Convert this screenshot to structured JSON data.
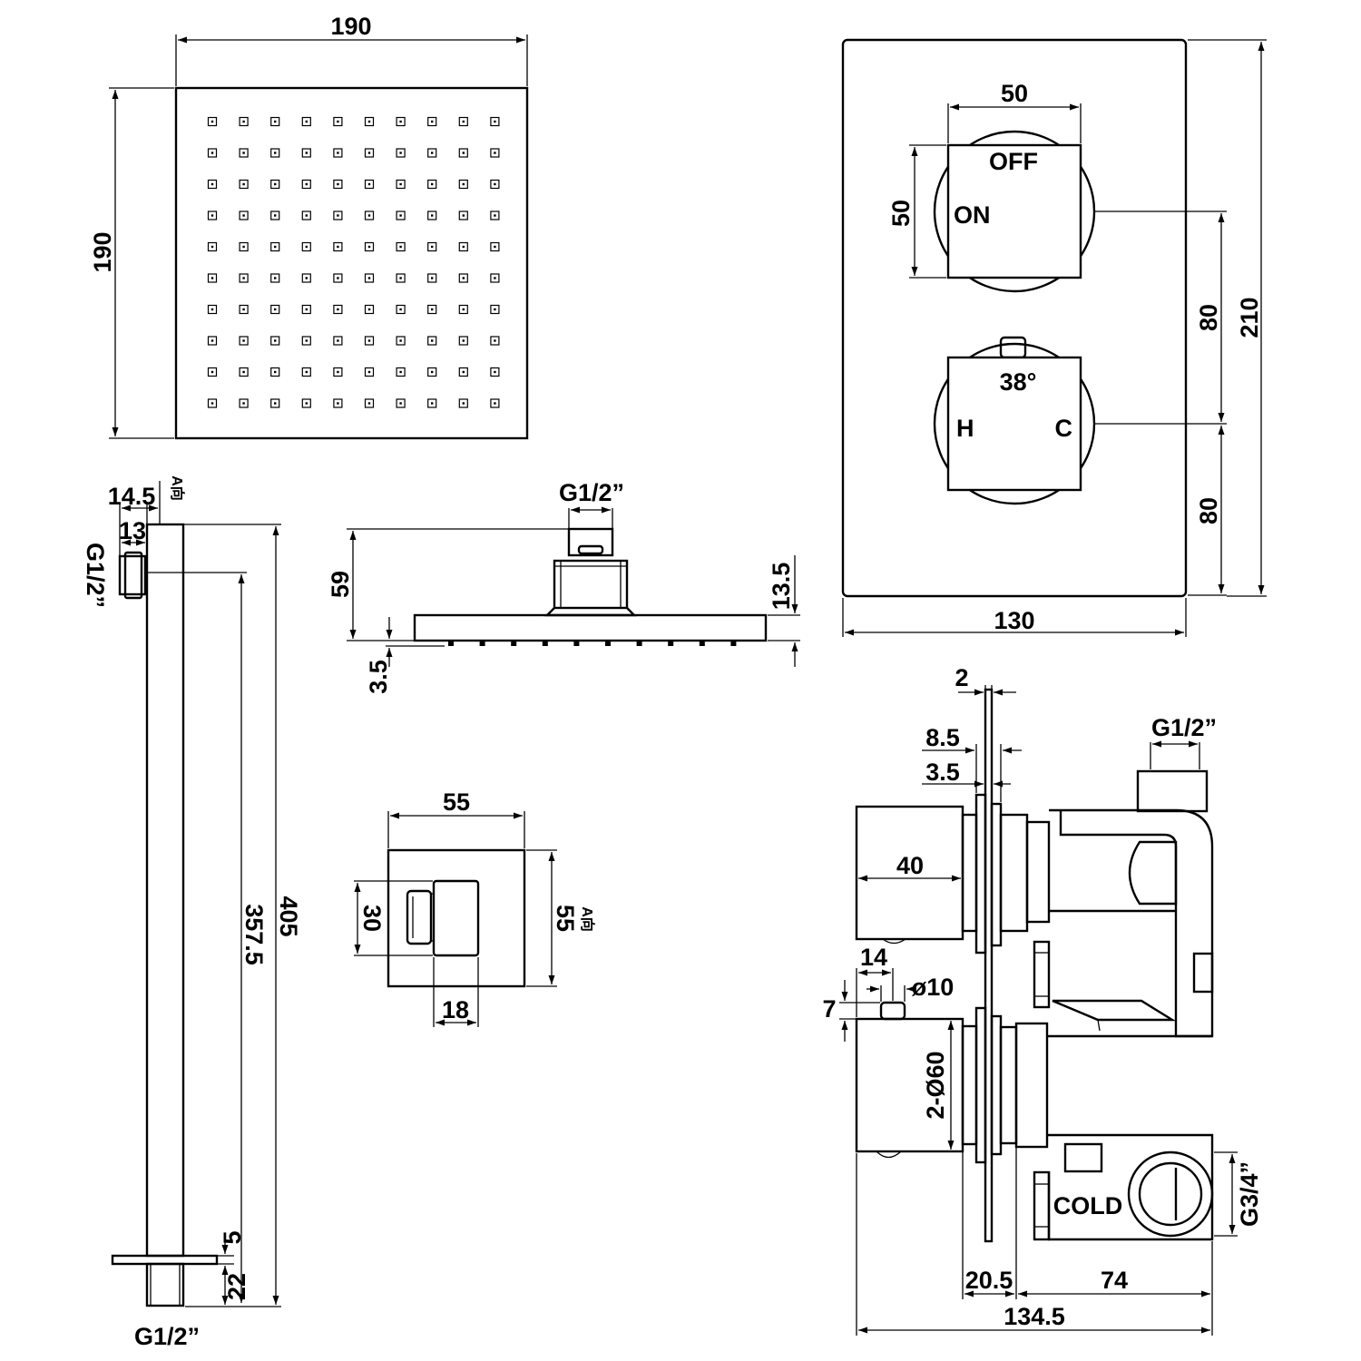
{
  "shower_head": {
    "width": "190",
    "height": "190"
  },
  "head_side": {
    "inlet": "G1/2”",
    "height": "59",
    "plate_thickness": "13.5",
    "nozzle": "3.5"
  },
  "arm": {
    "offset": "14.5",
    "direction_mark": "A向",
    "pipe_width": "13",
    "inlet_top": "G1/2”",
    "center_length": "357.5",
    "total_length": "405",
    "flange": "5",
    "outlet_length": "22",
    "inlet_bottom": "G1/2”"
  },
  "valve_front": {
    "knob_width": "50",
    "knob_height": "50",
    "knob_spacing": "80",
    "bottom_margin": "80",
    "plate_height": "210",
    "plate_width": "130",
    "upper_knob": {
      "top": "OFF",
      "left": "ON"
    },
    "lower_knob": {
      "top": "38°",
      "left": "H",
      "right": "C"
    }
  },
  "wall_elbow": {
    "width": "55",
    "height": "55",
    "outlet": "30",
    "depth": "18",
    "direction_mark": "A向"
  },
  "valve_side": {
    "plate": "2",
    "gap_a": "8.5",
    "gap_b": "3.5",
    "outlet": "G1/2”",
    "handle_length": "40",
    "pin_offset": "14",
    "pin_diameter": "ø10",
    "pin_height": "7",
    "handle_diameter": "2-Ø60",
    "inlet": "G3/4”",
    "cold_label": "COLD",
    "wall_depth": "20.5",
    "body_depth": "74",
    "total_depth": "134.5"
  }
}
